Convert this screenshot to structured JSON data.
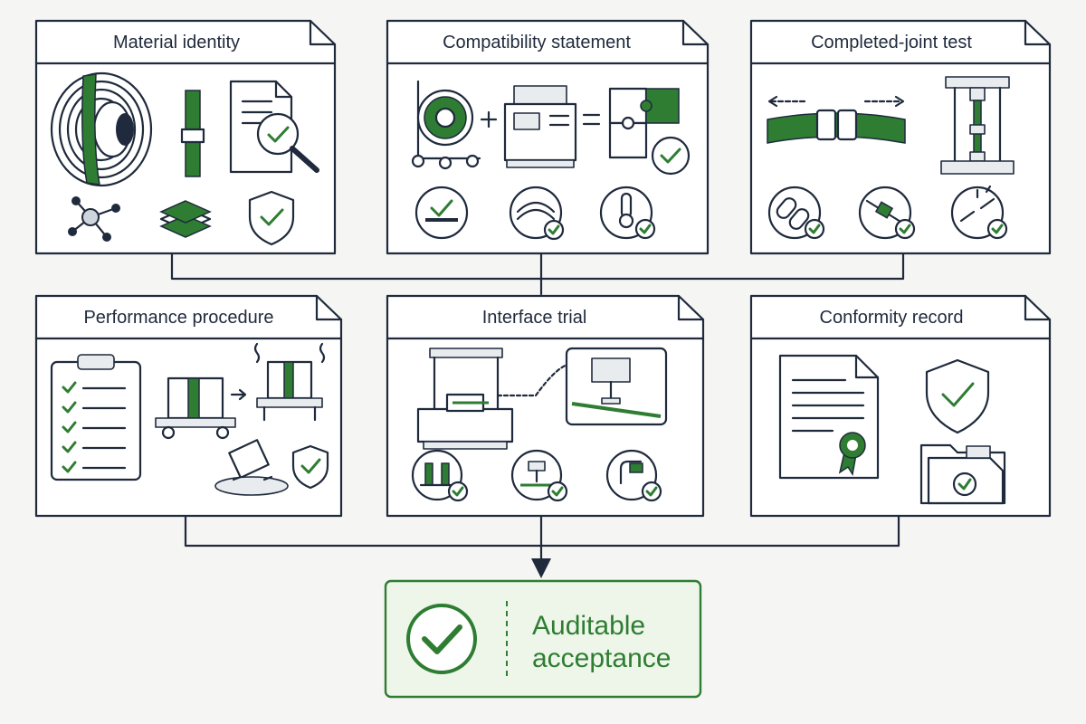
{
  "cards": {
    "material_identity": {
      "title": "Material identity"
    },
    "compatibility_statement": {
      "title": "Compatibility statement"
    },
    "completed_joint_test": {
      "title": "Completed-joint test"
    },
    "performance_procedure": {
      "title": "Performance procedure"
    },
    "interface_trial": {
      "title": "Interface trial"
    },
    "conformity_record": {
      "title": "Conformity record"
    }
  },
  "result": {
    "line1": "Auditable",
    "line2": "acceptance"
  },
  "colors": {
    "accent_green": "#2e7d32",
    "ink": "#1f2a3c",
    "result_fill": "#eef6ea",
    "background": "#f5f5f3"
  },
  "icons": {
    "material_identity": [
      "strap-coil-icon",
      "strap-segment-icon",
      "document-magnifier-check-icon",
      "molecule-icon",
      "layers-icon",
      "shield-check-icon"
    ],
    "compatibility_statement": [
      "strap-dispenser-cart-icon",
      "plus-icon",
      "strapping-machine-icon",
      "equals-icon",
      "puzzle-check-icon",
      "flat-surface-check-icon",
      "curved-surface-check-icon",
      "thermometer-check-icon"
    ],
    "completed_joint_test": [
      "strap-joint-tension-icon",
      "tensile-tester-icon",
      "chain-link-check-icon",
      "seal-joint-check-icon",
      "joint-break-check-icon"
    ],
    "performance_procedure": [
      "checklist-clipboard-icon",
      "package-on-cart-icon",
      "vibration-test-icon",
      "drop-test-icon",
      "shield-check-icon"
    ],
    "interface_trial": [
      "strapping-machine-arch-icon",
      "strapping-head-zoom-icon",
      "strap-guide-check-icon",
      "sealer-check-icon",
      "clip-check-icon"
    ],
    "conformity_record": [
      "certificate-document-icon",
      "shield-check-icon",
      "folder-check-icon"
    ],
    "result": [
      "result-check-icon"
    ]
  }
}
